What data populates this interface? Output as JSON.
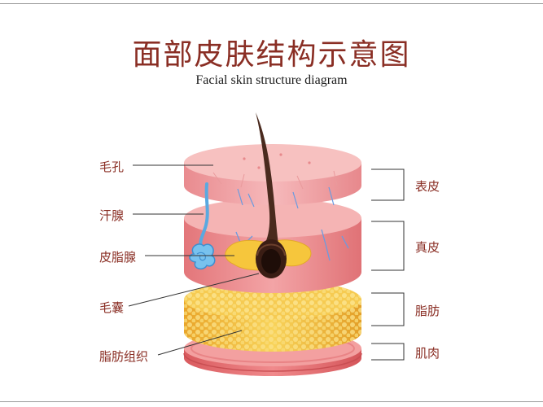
{
  "title": "面部皮肤结构示意图",
  "subtitle": "Facial skin structure diagram",
  "left_labels": {
    "pore": "毛孔",
    "sweat_gland": "汗腺",
    "sebaceous_gland": "皮脂腺",
    "hair_follicle": "毛囊",
    "adipose_tissue": "脂肪组织"
  },
  "right_labels": {
    "epidermis": "表皮",
    "dermis": "真皮",
    "fat": "脂肪",
    "muscle": "肌肉"
  },
  "colors": {
    "title": "#8a2e24",
    "epidermis": "#f2aeb0",
    "dermis": "#ef9a9c",
    "fat": "#f4c64a",
    "muscle": "#e87474",
    "hair": "#4a2a1e",
    "sweat_gland": "#6cb8e6"
  }
}
